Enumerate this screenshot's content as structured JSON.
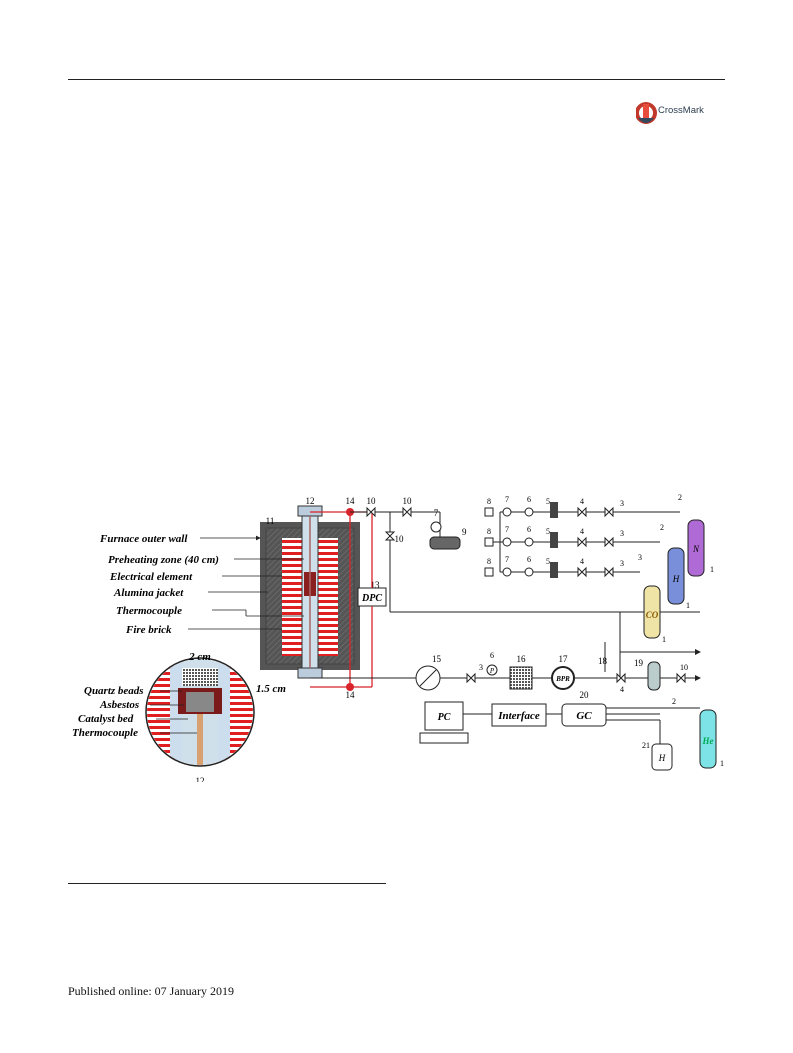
{
  "header": {
    "crossmark_label": "CrossMark"
  },
  "figure": {
    "labels": {
      "furnace_outer_wall": "Furnace outer wall",
      "preheating_zone": "Preheating zone (40 cm)",
      "electrical_element": "Electrical element",
      "alumina_jacket": "Alumina jacket",
      "thermocouple": "Thermocouple",
      "fire_brick": "Fire brick",
      "dpc": "DPC",
      "pc": "PC",
      "interface": "Interface",
      "gc": "GC",
      "bpr": "BPR",
      "inset_quartz_beads": "Quartz beads",
      "inset_asbestos": "Asbestos",
      "inset_catalyst_bed": "Catalyst bed",
      "inset_thermocouple": "Thermocouple",
      "inset_width": "2 cm",
      "inset_height": "1.5 cm",
      "gas_n2": "N",
      "gas_h2": "H",
      "gas_co": "CO",
      "gas_he": "He",
      "gas_h2_tank": "H",
      "sub_2": "2"
    },
    "numbers": {
      "n1": "1",
      "n2": "2",
      "n3": "3",
      "n4": "4",
      "n5": "5",
      "n6": "6",
      "n7": "7",
      "n8": "8",
      "n9": "9",
      "n10": "10",
      "n11": "11",
      "n12": "12",
      "n13": "13",
      "n14": "14",
      "n15": "15",
      "n16": "16",
      "n17": "17",
      "n18": "18",
      "n19": "19",
      "n20": "20",
      "n21": "21"
    },
    "gauge_p": "P",
    "colors": {
      "line_red": "#d8232a",
      "n2": "#b06ad6",
      "h2": "#7a8fd9",
      "co": "#efe3a6",
      "he": "#7de3e6"
    }
  },
  "footer": {
    "published": "Published online: 07 January 2019"
  }
}
